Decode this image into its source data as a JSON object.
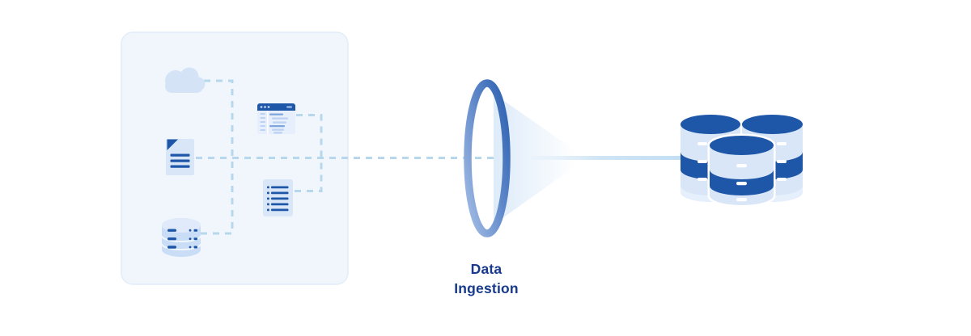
{
  "diagram_label": {
    "text": "Data Ingestion"
  },
  "colors": {
    "bg": "#ffffff",
    "panel": "#F1F6FD",
    "panel-border": "#E3ECF9",
    "accent": "#1E56A8",
    "icon-light": "#D9E6F8",
    "icon-mid": "#C9DDF7",
    "icon-lighter": "#E0EAFB",
    "cloud": "#D5E3F7",
    "window-body": "#E7EFFC",
    "code-strong": "#7EA6DD",
    "code-soft": "#BBD2F2",
    "dash": "#B7D8EC",
    "flow-line": "#C3DEF3",
    "beam": "#D7E7F8",
    "ring-dark": "#2B5FAF",
    "ring-mid": "#5E87C9",
    "ring-light": "#A6BFE6",
    "label": "#183A8C",
    "cluster-faded": "#E6EFFC",
    "white": "#FFFFFF"
  },
  "icons": {
    "sources": [
      "cloud",
      "web-app-window",
      "document",
      "log-list",
      "database"
    ],
    "process": "ingestion-lens",
    "target": "database-cluster"
  }
}
